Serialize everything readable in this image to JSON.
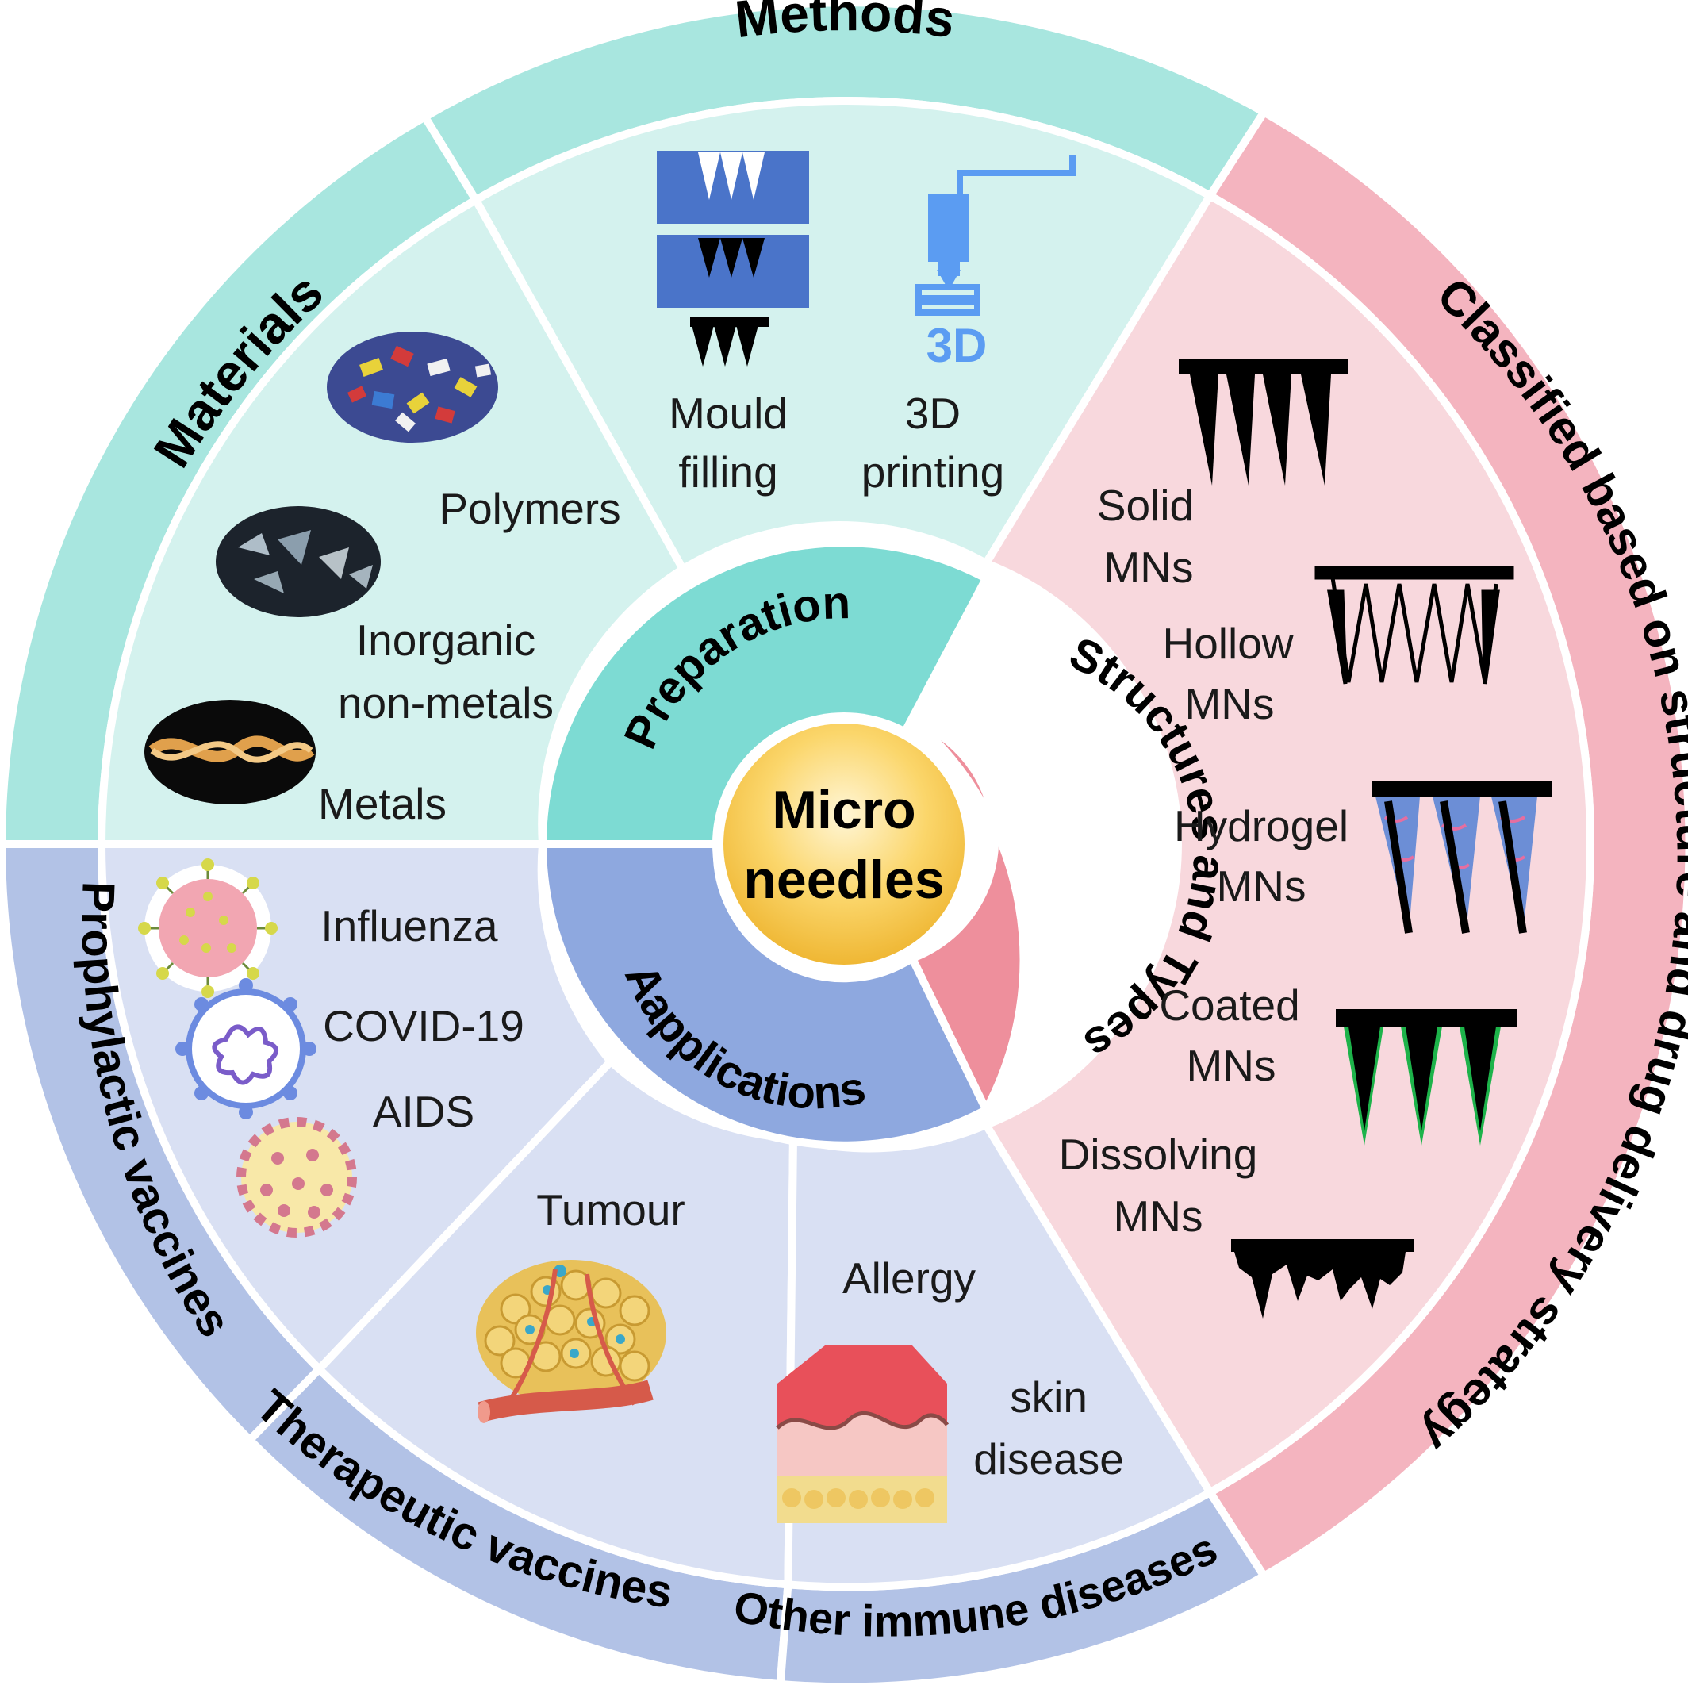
{
  "center": {
    "line1": "Micro",
    "line2": "needles"
  },
  "hubs": {
    "preparation": "Preparation",
    "structures": "Structures and Types",
    "applications": "Aapplications"
  },
  "outer": {
    "methods": "Methods",
    "materials": "Materials",
    "classified": "Classified based on structure and drug delivery strategy",
    "prophylactic": "Prophylactic vaccines",
    "therapeutic": "Therapeutic vaccines",
    "other": "Other immune diseases"
  },
  "methods": {
    "mould_line1": "Mould",
    "mould_line2": "filling",
    "printing_line1": "3D",
    "printing_line2": "printing",
    "printer_badge": "3D"
  },
  "materials": {
    "polymers": "Polymers",
    "inorganic_line1": "Inorganic",
    "inorganic_line2": "non-metals",
    "metals": "Metals"
  },
  "types": {
    "solid_line1": "Solid",
    "solid_line2": "MNs",
    "hollow_line1": "Hollow",
    "hollow_line2": "MNs",
    "hydrogel_line1": "Hydrogel",
    "hydrogel_line2": "MNs",
    "coated_line1": "Coated",
    "coated_line2": "MNs",
    "dissolving_line1": "Dissolving",
    "dissolving_line2": "MNs"
  },
  "vaccines": {
    "influenza": "Influenza",
    "covid": "COVID-19",
    "aids": "AIDS"
  },
  "therapeutic": {
    "tumour": "Tumour"
  },
  "immune": {
    "allergy": "Allergy",
    "skin_line1": "skin",
    "skin_line2": "disease"
  },
  "colors": {
    "teal_dark": "#a8e6df",
    "teal_light": "#d4f2ee",
    "teal_hub": "#7ddbd3",
    "pink_dark": "#f4b4bf",
    "pink_light": "#f8d8dd",
    "pink_hub": "#ee8f9c",
    "blue_dark": "#b2c2e6",
    "blue_light": "#d9e0f3",
    "blue_hub": "#8ea8df",
    "needle_blue": "#4a74c9",
    "printer_blue": "#5b9cf2",
    "coat_green": "#1db34a"
  }
}
